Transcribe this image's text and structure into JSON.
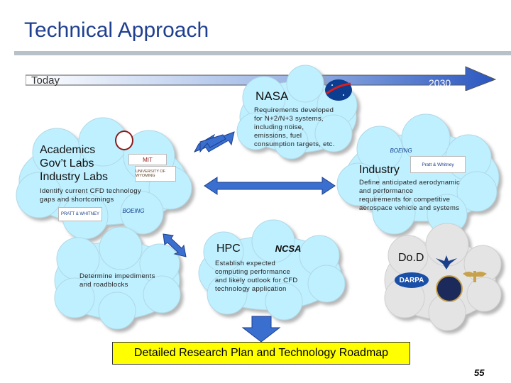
{
  "page": {
    "title": "Technical Approach",
    "page_number": "55"
  },
  "timeline": {
    "start_label": "Today",
    "end_label": "2030"
  },
  "nasa": {
    "label": "NASA",
    "desc": [
      "Requirements developed",
      "for N+2/N+3 systems,",
      "including noise,",
      "emissions, fuel",
      "consumption targets, etc."
    ]
  },
  "academics": {
    "lines": [
      "Academics",
      "Gov’t Labs",
      "Industry Labs"
    ],
    "desc": [
      "Identify current CFD technology",
      "gaps and shortcomings"
    ],
    "logos": [
      "UNIVERSITY OF WYOMING",
      "MIT",
      "PRATT & WHITNEY",
      "BOEING"
    ]
  },
  "industry": {
    "label": "Industry",
    "desc": [
      "Define anticipated aerodynamic",
      "and performance",
      "requirements for competitive",
      "aerospace vehicle and systems"
    ],
    "logos": [
      "BOEING",
      "Pratt & Whitney"
    ]
  },
  "hpc": {
    "label": "HPC",
    "desc": [
      "Establish expected",
      "computing performance",
      "and likely outlook for  CFD",
      "technology application"
    ],
    "logo": "NCSA"
  },
  "impediments": {
    "desc": [
      "Determine impediments",
      "and roadblocks"
    ]
  },
  "dod": {
    "label": "Do.D",
    "logos": [
      "DARPA"
    ]
  },
  "banner": "Detailed Research Plan and Technology Roadmap",
  "colors": {
    "title": "#1f3f8f",
    "cloud": "#bff0ff",
    "arrow": "#3a6fd0",
    "banner": "#ffff00",
    "dod_cloud": "#e4e4e4"
  }
}
